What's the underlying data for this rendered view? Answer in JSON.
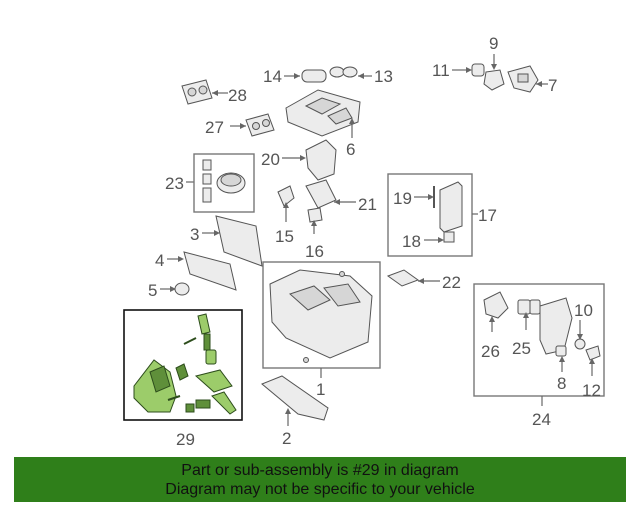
{
  "callouts": {
    "c1": "1",
    "c2": "2",
    "c3": "3",
    "c4": "4",
    "c5": "5",
    "c6": "6",
    "c7": "7",
    "c8": "8",
    "c9": "9",
    "c10": "10",
    "c11": "11",
    "c12": "12",
    "c13": "13",
    "c14": "14",
    "c15": "15",
    "c16": "16",
    "c17": "17",
    "c18": "18",
    "c19": "19",
    "c20": "20",
    "c21": "21",
    "c22": "22",
    "c23": "23",
    "c24": "24",
    "c25": "25",
    "c26": "26",
    "c27": "27",
    "c28": "28",
    "c29": "29"
  },
  "banner": {
    "line1": "Part or sub-assembly is #29 in diagram",
    "line2": "Diagram may not be specific to your vehicle"
  },
  "colors": {
    "highlight_group": "#9ccc6a",
    "banner_background": "#2f7f1a"
  }
}
